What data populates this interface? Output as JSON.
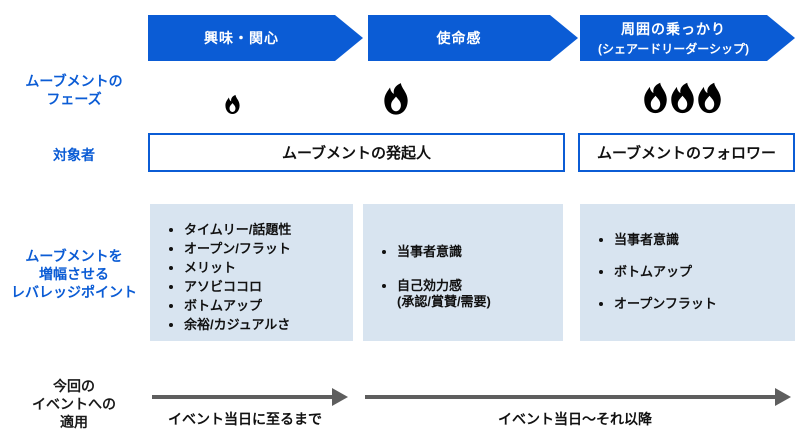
{
  "colors": {
    "primary-blue": "#0b5cd5",
    "light-blue": "#d8e4f0",
    "arrow-gray": "#5e5e5e"
  },
  "row_labels": {
    "phase": "ムーブメントの\nフェーズ",
    "target": "対象者",
    "leverage": "ムーブメントを\n増幅させる\nレバレッジポイント",
    "application": "今回の\nイベントへの\n適用"
  },
  "phases": [
    {
      "label": "興味・関心",
      "flames": 1
    },
    {
      "label": "使命感",
      "flames": 1
    },
    {
      "label": "周囲の乗っかり",
      "sub": "(シェアードリーダーシップ)",
      "flames": 3
    }
  ],
  "targets": [
    {
      "label": "ムーブメントの発起人"
    },
    {
      "label": "ムーブメントのフォロワー"
    }
  ],
  "leverage": [
    {
      "items": [
        "タイムリー/話題性",
        "オープン/フラット",
        "メリット",
        "アソビココロ",
        "ボトムアップ",
        "余裕/カジュアルさ"
      ]
    },
    {
      "items": [
        "当事者意識",
        "自己効力感\n(承認/賞賛/需要)"
      ]
    },
    {
      "items": [
        "当事者意識",
        "ボトムアップ",
        "オープンフラット"
      ]
    }
  ],
  "timeline": [
    {
      "label": "イベント当日に至るまで"
    },
    {
      "label": "イベント当日〜それ以降"
    }
  ]
}
